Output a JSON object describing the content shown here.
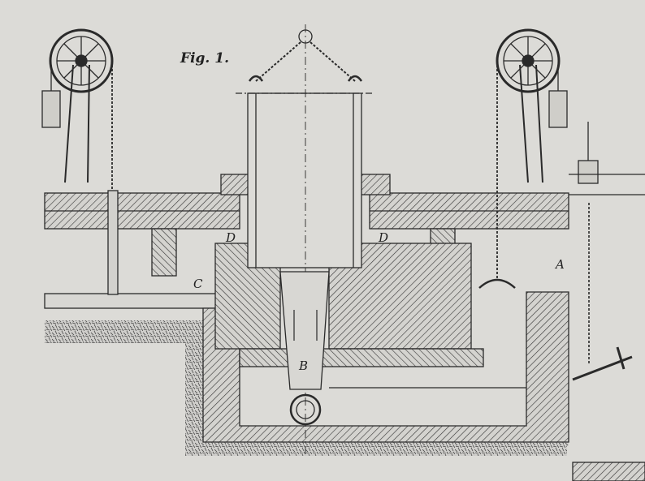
{
  "figure": {
    "title": "Fig. 1.",
    "labels": {
      "a": "A",
      "b": "B",
      "c": "C",
      "d_left": "D",
      "d_right": "D"
    }
  },
  "colors": {
    "paper": "#dcdbd7",
    "ink": "#2a2a2a"
  }
}
